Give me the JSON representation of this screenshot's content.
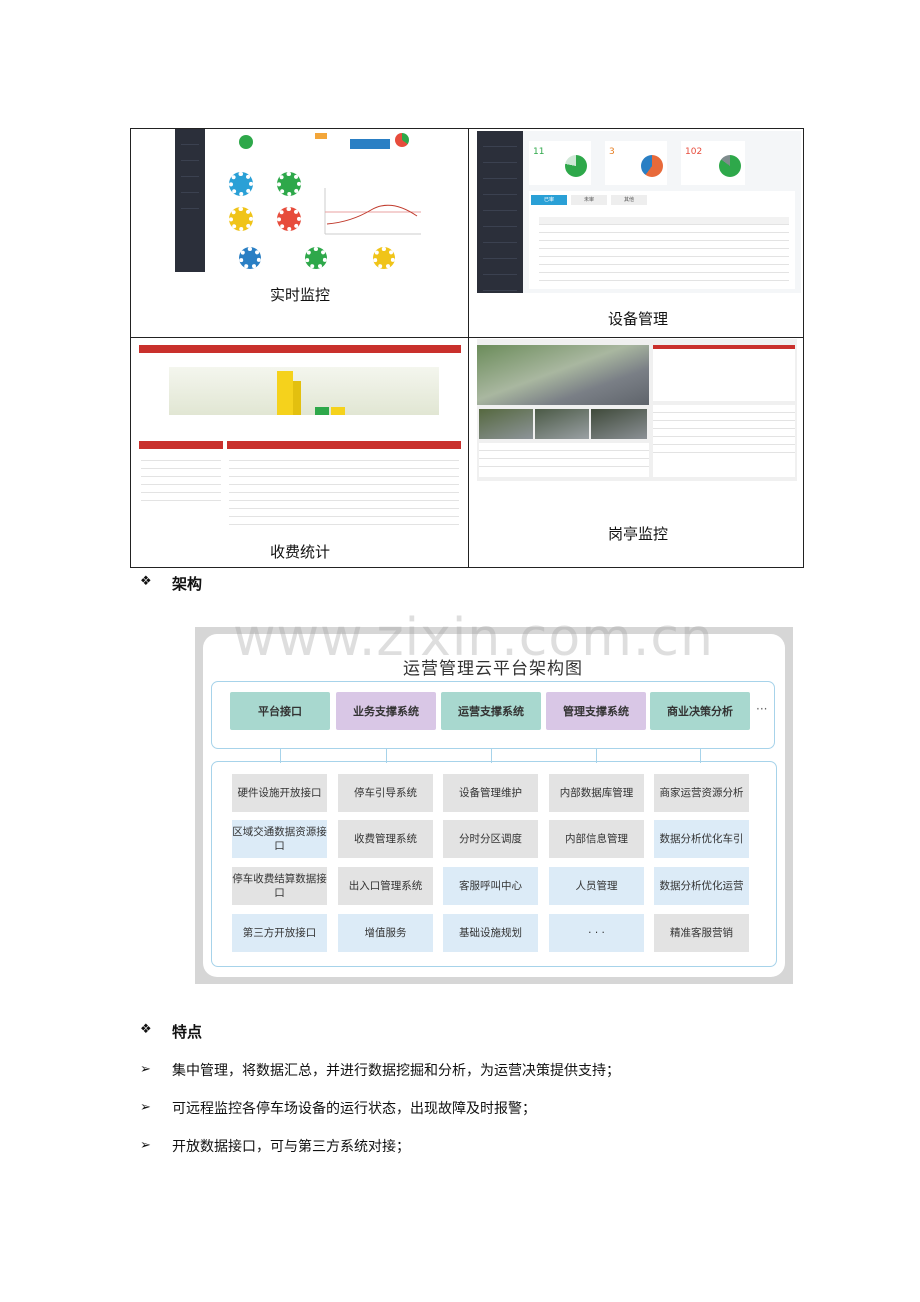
{
  "grid": {
    "captions": [
      "实时监控",
      "设备管理",
      "收费统计",
      "岗亭监控"
    ]
  },
  "device_mgmt": {
    "stats": [
      "11",
      "3",
      "102"
    ],
    "tabs": [
      "已审",
      "未审",
      "其他"
    ]
  },
  "sections": {
    "architecture": "架构",
    "features": "特点"
  },
  "architecture": {
    "watermark": "www.zixin.com.cn",
    "title": "运营管理云平台架构图",
    "headers": [
      "平台接口",
      "业务支撑系统",
      "运营支撑系统",
      "管理支撑系统",
      "商业决策分析"
    ],
    "more": "···",
    "columns": [
      [
        "硬件设施开放接口",
        "区域交通数据资源接口",
        "停车收费结算数据接口",
        "第三方开放接口"
      ],
      [
        "停车引导系统",
        "收费管理系统",
        "出入口管理系统",
        "增值服务"
      ],
      [
        "设备管理维护",
        "分时分区调度",
        "客服呼叫中心",
        "基础设施规划"
      ],
      [
        "内部数据库管理",
        "内部信息管理",
        "人员管理",
        "· · ·"
      ],
      [
        "商家运营资源分析",
        "数据分析优化车引",
        "数据分析优化运营",
        "精准客服营销"
      ]
    ]
  },
  "features": [
    "集中管理，将数据汇总，并进行数据挖掘和分析，为运营决策提供支持；",
    "可远程监控各停车场设备的运行状态，出现故障及时报警；",
    "开放数据接口，可与第三方系统对接；"
  ],
  "colors": {
    "teal": "#a8d8cf",
    "purple": "#d9c7e6",
    "gray": "#e3e3e3",
    "lightblue": "#dcebf7",
    "frame": "#a7d3ea"
  }
}
